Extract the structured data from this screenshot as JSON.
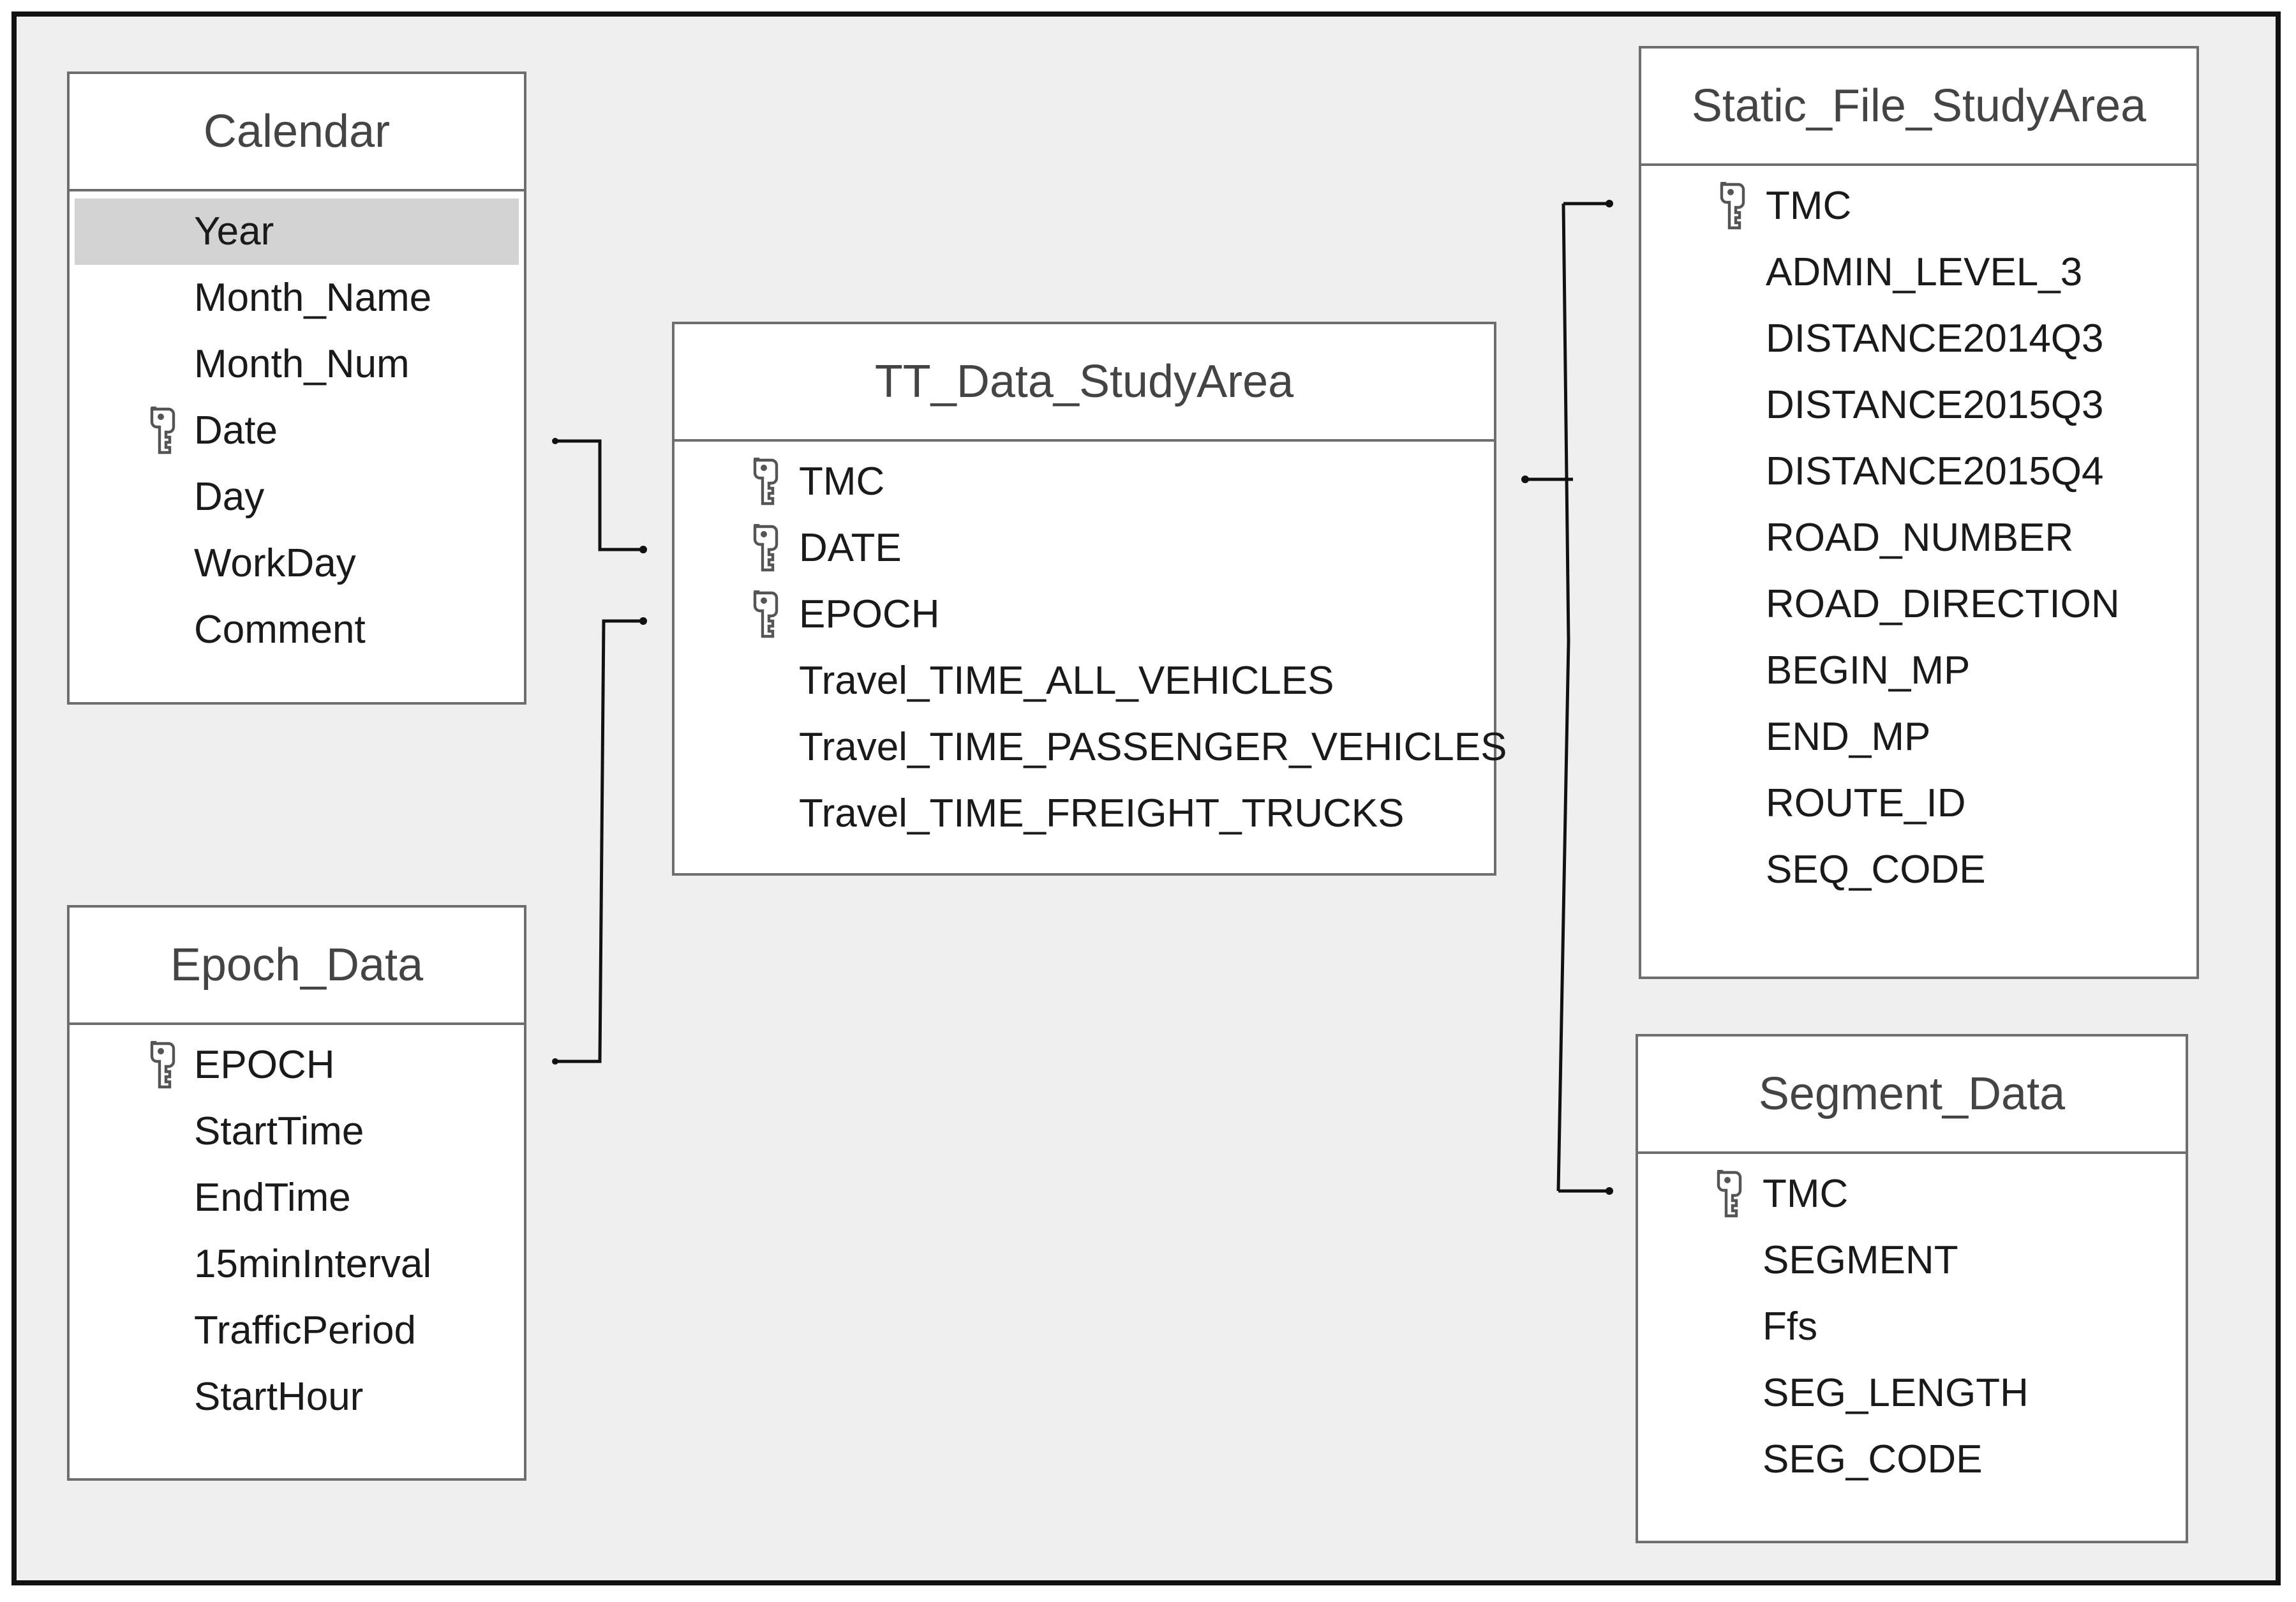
{
  "colors": {
    "frame_border": "#111111",
    "canvas_background": "#efefef",
    "table_border": "#6e6e6e",
    "selected_field": "#d3d3d3",
    "header_text": "#444444",
    "field_text": "#1a1a1a",
    "link_line": "#111111"
  },
  "tables": {
    "calendar": {
      "title": "Calendar",
      "fields": [
        {
          "name": "Year",
          "key": false,
          "selected": true
        },
        {
          "name": "Month_Name",
          "key": false
        },
        {
          "name": "Month_Num",
          "key": false
        },
        {
          "name": "Date",
          "key": true
        },
        {
          "name": "Day",
          "key": false
        },
        {
          "name": "WorkDay",
          "key": false
        },
        {
          "name": "Comment",
          "key": false
        }
      ]
    },
    "epoch_data": {
      "title": "Epoch_Data",
      "fields": [
        {
          "name": "EPOCH",
          "key": true
        },
        {
          "name": "StartTime",
          "key": false
        },
        {
          "name": "EndTime",
          "key": false
        },
        {
          "name": "15minInterval",
          "key": false
        },
        {
          "name": "TrafficPeriod",
          "key": false
        },
        {
          "name": "StartHour",
          "key": false
        }
      ]
    },
    "tt_data_studyarea": {
      "title": "TT_Data_StudyArea",
      "fields": [
        {
          "name": "TMC",
          "key": true
        },
        {
          "name": "DATE",
          "key": true
        },
        {
          "name": "EPOCH",
          "key": true
        },
        {
          "name": "Travel_TIME_ALL_VEHICLES",
          "key": false
        },
        {
          "name": "Travel_TIME_PASSENGER_VEHICLES",
          "key": false
        },
        {
          "name": "Travel_TIME_FREIGHT_TRUCKS",
          "key": false
        }
      ]
    },
    "static_file_studyarea": {
      "title": "Static_File_StudyArea",
      "fields": [
        {
          "name": "TMC",
          "key": true
        },
        {
          "name": "ADMIN_LEVEL_3",
          "key": false
        },
        {
          "name": "DISTANCE2014Q3",
          "key": false
        },
        {
          "name": "DISTANCE2015Q3",
          "key": false
        },
        {
          "name": "DISTANCE2015Q4",
          "key": false
        },
        {
          "name": "ROAD_NUMBER",
          "key": false
        },
        {
          "name": "ROAD_DIRECTION",
          "key": false
        },
        {
          "name": "BEGIN_MP",
          "key": false
        },
        {
          "name": "END_MP",
          "key": false
        },
        {
          "name": "ROUTE_ID",
          "key": false
        },
        {
          "name": "SEQ_CODE",
          "key": false
        }
      ]
    },
    "segment_data": {
      "title": "Segment_Data",
      "fields": [
        {
          "name": "TMC",
          "key": true
        },
        {
          "name": "SEGMENT",
          "key": false
        },
        {
          "name": "Ffs",
          "key": false
        },
        {
          "name": "SEG_LENGTH",
          "key": false
        },
        {
          "name": "SEG_CODE",
          "key": false
        }
      ]
    }
  },
  "relationships": [
    {
      "from_table": "calendar",
      "from_field": "Date",
      "to_table": "tt_data_studyarea",
      "to_field": "DATE"
    },
    {
      "from_table": "epoch_data",
      "from_field": "EPOCH",
      "to_table": "tt_data_studyarea",
      "to_field": "EPOCH"
    },
    {
      "from_table": "tt_data_studyarea",
      "from_field": "TMC",
      "to_table": "static_file_studyarea",
      "to_field": "TMC"
    },
    {
      "from_table": "tt_data_studyarea",
      "from_field": "TMC",
      "to_table": "segment_data",
      "to_field": "TMC"
    }
  ]
}
